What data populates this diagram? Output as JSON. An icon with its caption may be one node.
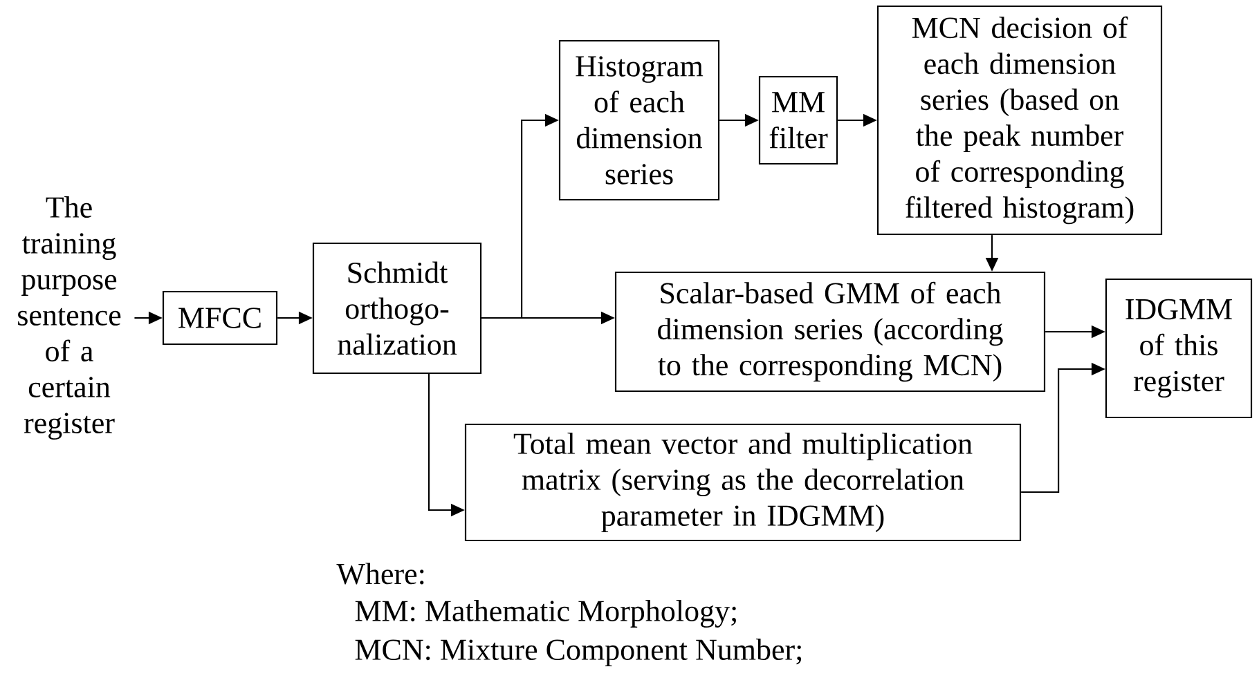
{
  "diagram": {
    "nodes": [
      {
        "text": [
          "The training purpose sentence of a certain register"
        ]
      },
      {
        "text": [
          "MFCC"
        ]
      },
      {
        "text": [
          "Schmidt orthogo- nalization"
        ]
      },
      {
        "text": [
          "Histogram of each dimension series"
        ]
      },
      {
        "text": [
          "MM filter"
        ]
      },
      {
        "text": [
          "MCN decision of each dimension series (based on the peak number of corresponding filtered histogram)"
        ]
      },
      {
        "text": [
          "Scalar-based GMM of each dimension series (according to the corresponding MCN)"
        ]
      },
      {
        "text": [
          "IDGMM of this register"
        ]
      },
      {
        "text": [
          "Total mean vector and multiplication matrix (serving as the decorrelation parameter in IDGMM)"
        ]
      }
    ],
    "edges": [
      {
        "from": 0,
        "to": 1,
        "arrow": "to"
      },
      {
        "from": 1,
        "to": 2,
        "arrow": "to"
      },
      {
        "from": 2,
        "to": 3,
        "arrow": "to"
      },
      {
        "from": 2,
        "to": 6,
        "arrow": "to"
      },
      {
        "from": 3,
        "to": 4,
        "arrow": "to"
      },
      {
        "from": 4,
        "to": 5,
        "arrow": "to"
      },
      {
        "from": 5,
        "to": 6,
        "arrow": "to"
      },
      {
        "from": 6,
        "to": 7,
        "arrow": "to"
      },
      {
        "from": 2,
        "to": 8,
        "arrow": "to"
      },
      {
        "from": 8,
        "to": 7,
        "arrow": "to"
      }
    ],
    "labels": [
      "Where:",
      "MM:  Mathematic Morphology;",
      "MCN:  Mixture Component Number;"
    ]
  }
}
